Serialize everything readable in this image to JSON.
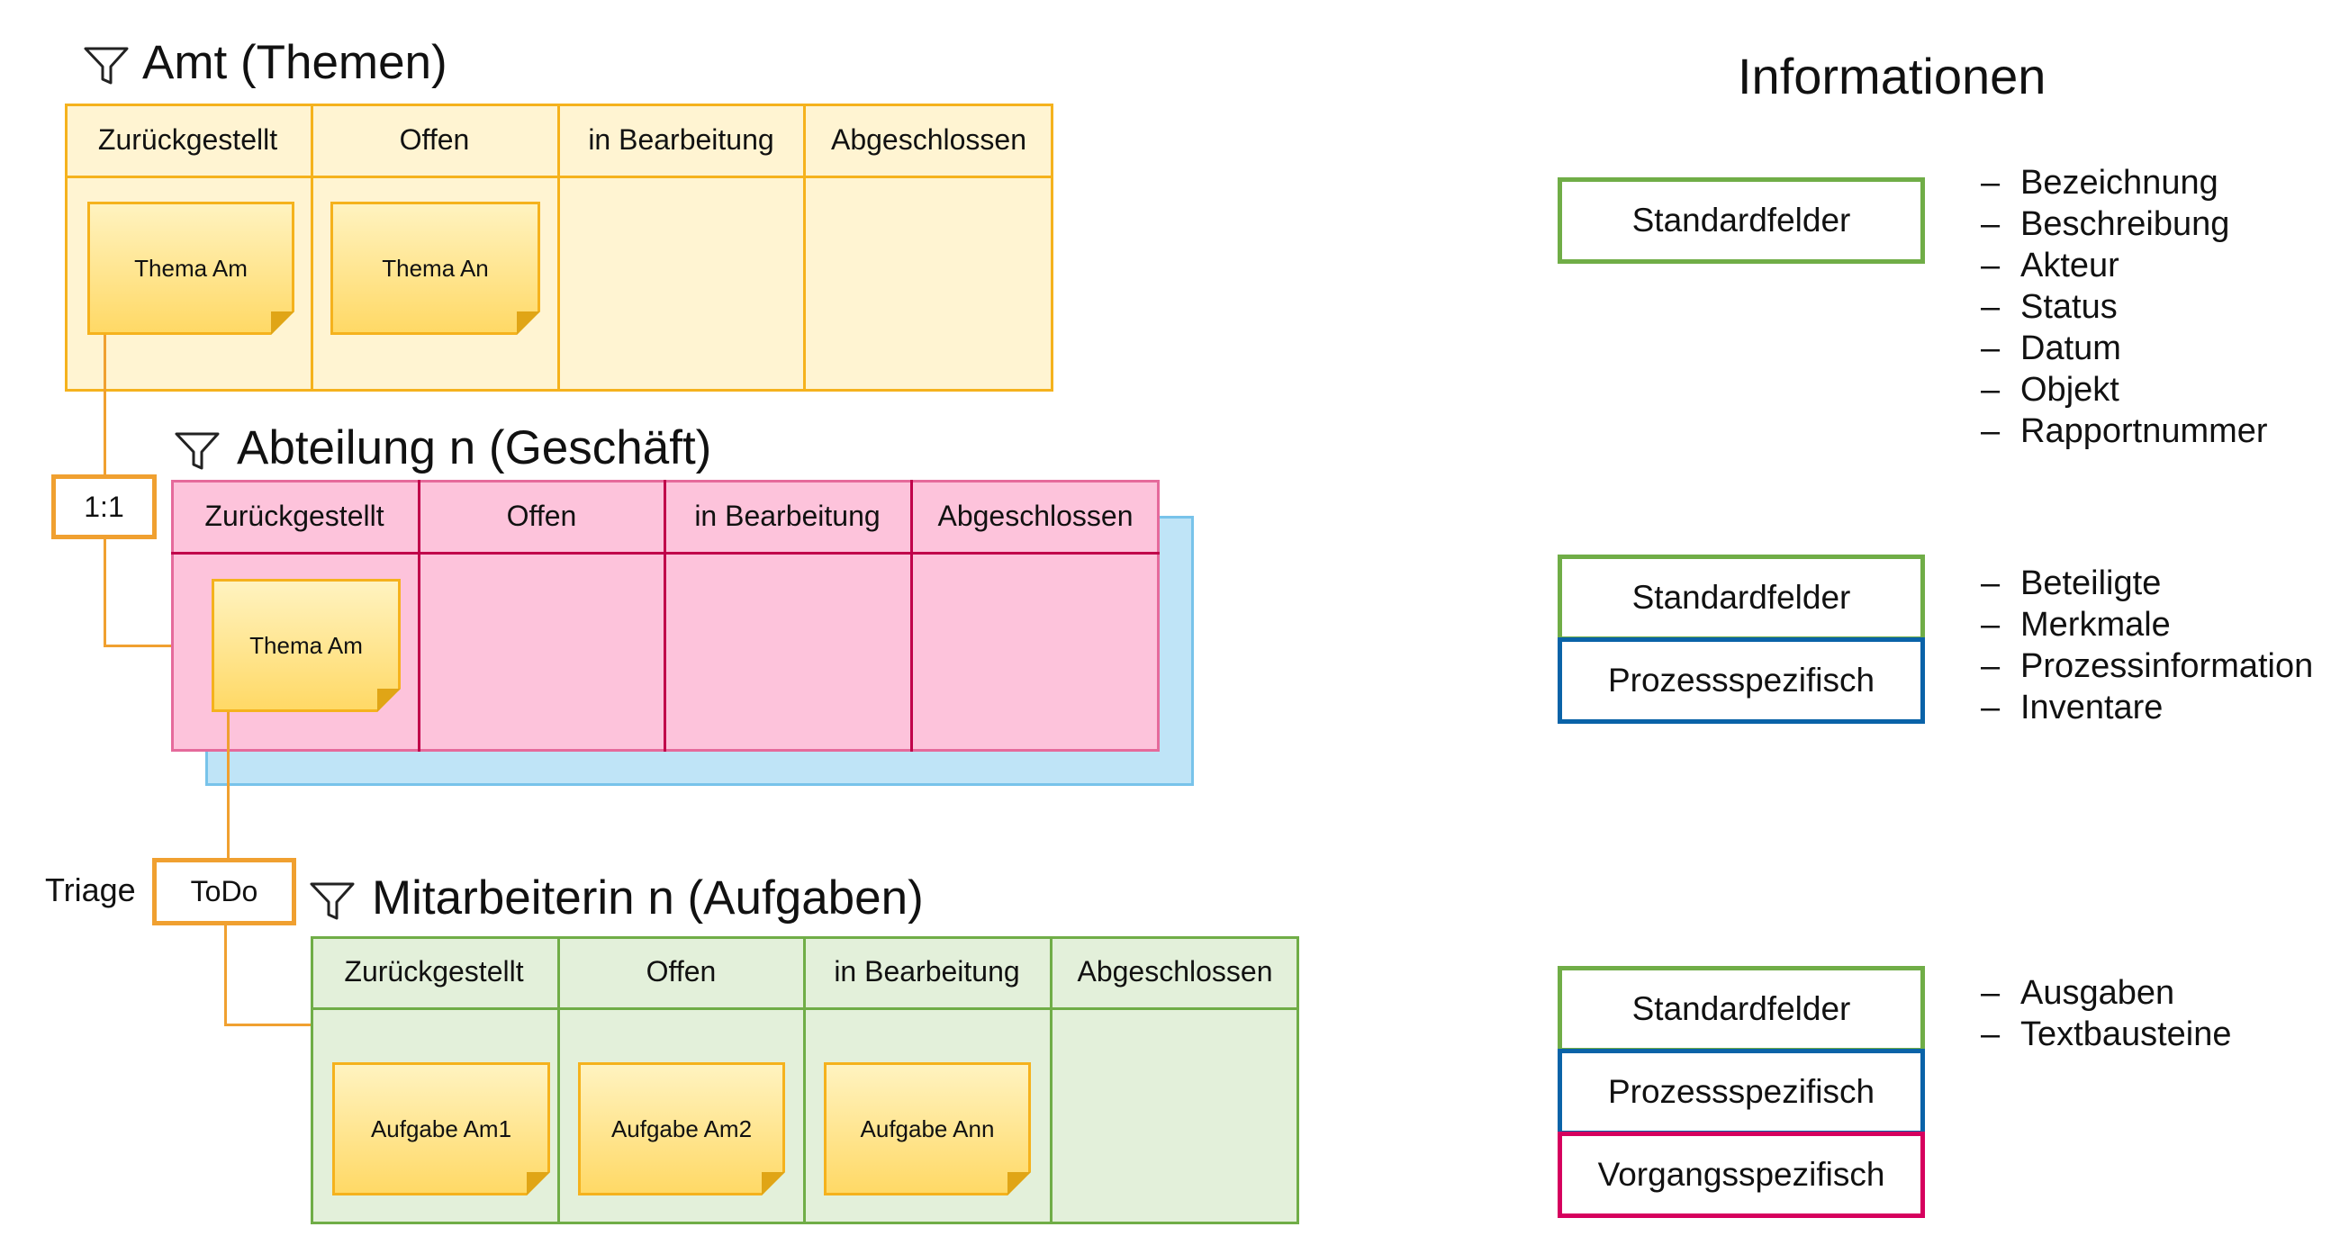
{
  "colors": {
    "amt_fill": "#fff4d2",
    "amt_border": "#f5b21d",
    "abt_fill": "#fdc3db",
    "abt_border": "#c0004a",
    "abt_shadow": "#bfe4f7",
    "mit_fill": "#e3f0da",
    "mit_border": "#70ad47",
    "connector": "#f0a030",
    "green": "#70ad47",
    "blue": "#0a63a8",
    "magenta": "#d6005e"
  },
  "boards": {
    "amt": {
      "title": "Amt (Themen)",
      "columns": [
        "Zurückgestellt",
        "Offen",
        "in Bearbeitung",
        "Abgeschlossen"
      ],
      "cards": [
        "Thema Am",
        "Thema An"
      ]
    },
    "abteilung": {
      "title": "Abteilung n (Geschäft)",
      "columns": [
        "Zurückgestellt",
        "Offen",
        "in Bearbeitung",
        "Abgeschlossen"
      ],
      "cards": [
        "Thema Am"
      ]
    },
    "mitarbeiterin": {
      "title": "Mitarbeiterin n (Aufgaben)",
      "columns": [
        "Zurückgestellt",
        "Offen",
        "in Bearbeitung",
        "Abgeschlossen"
      ],
      "cards": [
        "Aufgabe Am1",
        "Aufgabe Am2",
        "Aufgabe Ann"
      ]
    }
  },
  "connectors": {
    "ratio_label": "1:1",
    "triage_label": "Triage",
    "todo_label": "ToDo"
  },
  "info": {
    "heading": "Informationen",
    "group1": {
      "boxes": [
        "Standardfelder"
      ],
      "items": [
        "Bezeichnung",
        "Beschreibung",
        "Akteur",
        "Status",
        "Datum",
        "Objekt",
        "Rapportnummer"
      ]
    },
    "group2": {
      "boxes": [
        "Standardfelder",
        "Prozessspezifisch"
      ],
      "items": [
        "Beteiligte",
        "Merkmale",
        "Prozessinformation",
        "Inventare"
      ]
    },
    "group3": {
      "boxes": [
        "Standardfelder",
        "Prozessspezifisch",
        "Vorgangsspezifisch"
      ],
      "items": [
        "Ausgaben",
        "Textbausteine"
      ]
    }
  },
  "icons": {
    "filter": "filter-funnel-icon",
    "dash": "–"
  }
}
